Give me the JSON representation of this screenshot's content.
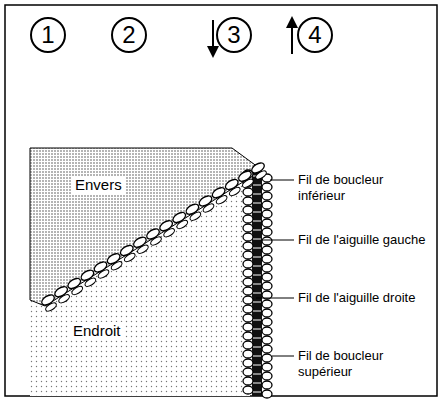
{
  "diagram": {
    "nodes": [
      {
        "text": [
          "1"
        ]
      },
      {
        "text": [
          "2"
        ]
      },
      {
        "text": [
          "3"
        ]
      },
      {
        "text": [
          "4"
        ]
      }
    ],
    "labels": [
      "Envers",
      "Endroit",
      "Fil de boucleur inférieur",
      "Fil de l'aiguille gauche",
      "Fil de l'aiguille droite",
      "Fil de boucleur supérieur"
    ]
  }
}
